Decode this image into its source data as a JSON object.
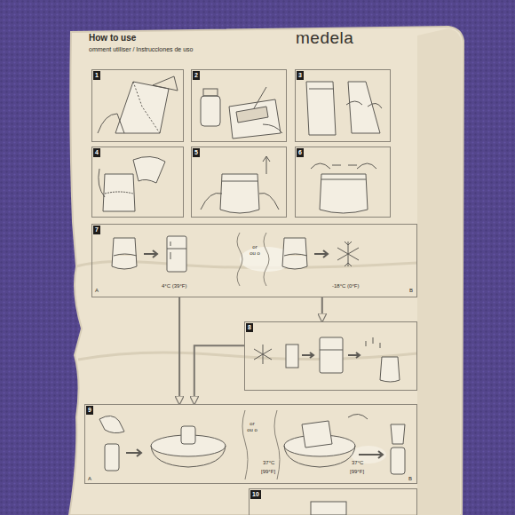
{
  "diagram": {
    "title": "How to use",
    "nodes": [
      {
        "text": [
          "1"
        ]
      },
      {
        "text": [
          "2"
        ]
      },
      {
        "text": [
          "3"
        ]
      },
      {
        "text": [
          "4"
        ]
      },
      {
        "text": [
          "5"
        ]
      },
      {
        "text": [
          "6"
        ]
      },
      {
        "text": [
          "7",
          "4°C (39°F)",
          "or ou o",
          "-18°C (0°F)",
          "A",
          "B"
        ]
      },
      {
        "text": [
          "8"
        ]
      },
      {
        "text": [
          "9",
          "37°C",
          "[99°F]",
          "or ou o",
          "37°C",
          "[99°F]",
          "A",
          "B"
        ]
      },
      {
        "text": [
          "10"
        ]
      }
    ],
    "edges": [
      {
        "from": 6,
        "to": 7,
        "arrow": "to"
      },
      {
        "from": 6,
        "to": 8,
        "arrow": "to"
      },
      {
        "from": 7,
        "to": 8,
        "arrow": "to"
      }
    ],
    "labels": [
      "omment utiliser / Instrucciones de uso",
      "medela"
    ]
  }
}
